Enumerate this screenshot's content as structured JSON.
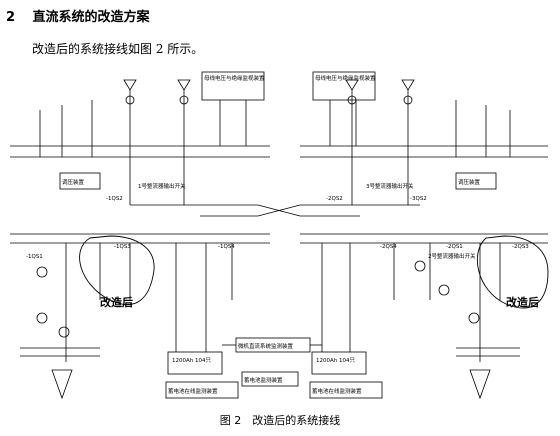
{
  "section": {
    "number": "2",
    "title": "直流系统的改造方案"
  },
  "intro": "改造后的系统接线如图 2 所示。",
  "figure": {
    "caption": "图 2　改造后的系统接线",
    "annotations": {
      "left": "改造后",
      "right": "改造后"
    },
    "labels": {
      "box_top_left": "母线电压与绝缘监视装置",
      "box_top_right": "母线电压与绝缘监视装置",
      "reg_left": "调压装置",
      "reg_right": "调压装置",
      "bus_1qs2": "-1QS2",
      "bus_2qs2": "-2QS2",
      "bus_3qs2": "-3QS2",
      "sw_1": "1号整流器输出开关",
      "sw_3": "3号整流器输出开关",
      "sw_2": "2号整流器输出开关",
      "qs_1qs1": "-1QS1",
      "qs_1qs3": "-1QS3",
      "qs_1qs4": "-1QS4",
      "qs_2qs4": "-2QS4",
      "qs_2qs1": "-2QS1",
      "qs_2qs3": "-2QS3",
      "batt_left": "1200Ah 104只",
      "batt_right": "1200Ah 104只",
      "batt_mon_left": "蓄电池在线监测装置",
      "batt_mon_right": "蓄电池在线监测装置",
      "center_mon": "微机直流系统监测装置",
      "center_mon2": "蓄电池监测装置"
    }
  }
}
